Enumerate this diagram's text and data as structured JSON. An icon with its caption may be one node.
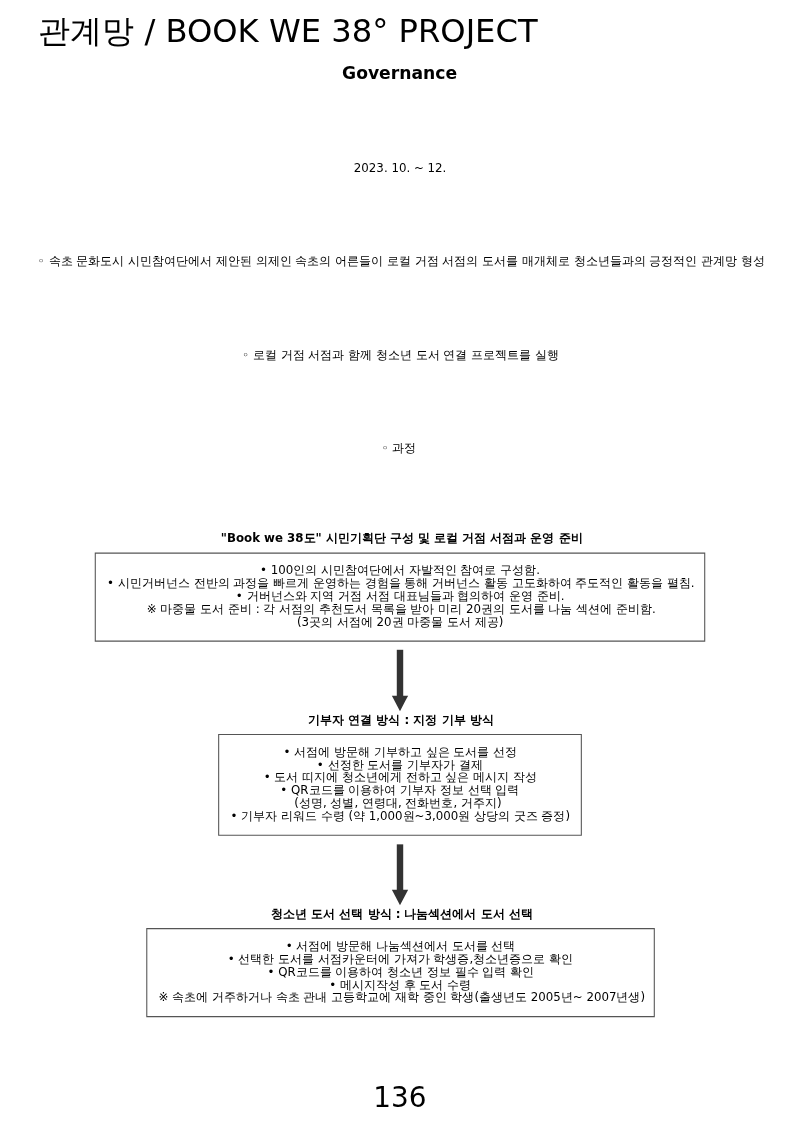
{
  "diagram": {
    "title": "관계망 / BOOK WE 38° PROJECT",
    "nodes": [
      {
        "text": [
          "\"Book we 38도\" 시민기획단 구성 및 로컬 거점 서점과 운영 준비",
          "• 100인의 시민참여단에서 자발적인 참여로 구성함.",
          "• 시민거버넌스 전반의 과정을 빠르게 운영하는 경험을 통해 거버넌스 활동 고도화하여 주도적인 활동을 펼침.",
          "• 거버넌스와 지역 거점 서점 대표님들과 협의하여 운영 준비.",
          "※ 마중물 도서 준비 : 각 서점의 추천도서 목록을 받아 미리 20권의 도서를 나눔 섹션에 준비함.",
          "(3곳의 서점에 20권 마중물 도서 제공)"
        ]
      },
      {
        "text": [
          "기부자 연결 방식 : 지정 기부 방식",
          "• 서점에 방문해 기부하고 싶은 도서를 선정",
          "• 선정한 도서를 기부자가 결제",
          "• 도서 띠지에 청소년에게 전하고 싶은 메시지 작성",
          "• QR코드를 이용하여 기부자 정보 선택 입력",
          "(성명, 성별, 연령대, 전화번호, 거주지)",
          "• 기부자 리워드 수령 (약 1,000원~3,000원 상당의 굿즈 증정)"
        ]
      },
      {
        "text": [
          "청소년 도서 선택 방식 : 나눔섹션에서 도서 선택",
          "• 서점에 방문해 나눔섹션에서 도서를 선택",
          "• 선택한 도서를 서점카운터에 가져가 학생증,청소년증으로 확인",
          "• QR코드를 이용하여 청소년 정보 필수 입력 확인",
          "• 메시지작성 후 도서 수령",
          "※ 속초에 거주하거나 속초 관내 고등학교에 재학 중인 학생(출생년도 2005년~ 2007년생)"
        ]
      }
    ],
    "edges": [
      {
        "from": 0,
        "to": 1,
        "arrow": "to"
      },
      {
        "from": 1,
        "to": 2,
        "arrow": "to"
      }
    ],
    "labels": [
      "Governance",
      "2023. 10. ~ 12.",
      "◦ 속초 문화도시 시민참여단에서 제안된 의제인 속초의 어른들이 로컬 거점 서점의 도서를 매개체로 청소년들과의 긍정적인 관계망 형성",
      "◦ 로컬 거점 서점과 함께 청소년 도서 연결 프로젝트를 실행",
      "◦ 과정",
      "136"
    ]
  }
}
